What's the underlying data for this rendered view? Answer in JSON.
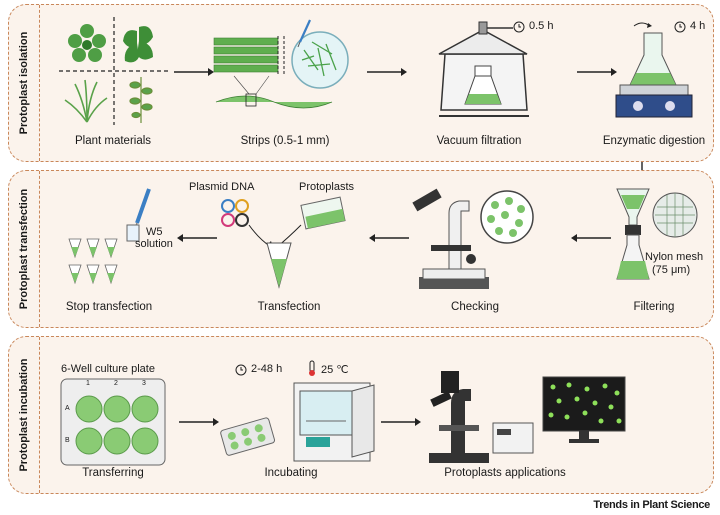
{
  "panels": [
    {
      "title": "Protoplast isolation"
    },
    {
      "title": "Protoplast transfection"
    },
    {
      "title": "Protoplast incubation"
    }
  ],
  "isolation": {
    "steps": [
      "Plant materials",
      "Strips (0.5-1 mm)",
      "Vacuum filtration",
      "Enzymatic digestion"
    ],
    "vacuum_time": "0.5 h",
    "digestion_time": "4 h"
  },
  "transfection": {
    "steps": [
      "Stop transfection",
      "Transfection",
      "Checking",
      "Filtering"
    ],
    "plasmid_label": "Plasmid DNA",
    "protoplasts_label": "Protoplasts",
    "w5_label_line1": "W5",
    "w5_label_line2": "solution",
    "mesh_line1": "Nylon mesh",
    "mesh_line2": "(75 μm)"
  },
  "incubation": {
    "steps": [
      "Transferring",
      "Incubating",
      "Protoplasts applications"
    ],
    "plate_label": "6-Well culture plate",
    "plate_cols": [
      "1",
      "2",
      "3"
    ],
    "plate_rows": [
      "A",
      "B"
    ],
    "time": "2-48 h",
    "temperature": "25 ℃"
  },
  "colors": {
    "border": "#c9875a",
    "panel_bg": "#fbf3ec",
    "green": "#7cc36a",
    "accent_blue": "#3b7fc4"
  },
  "footer": "Trends in Plant Science"
}
